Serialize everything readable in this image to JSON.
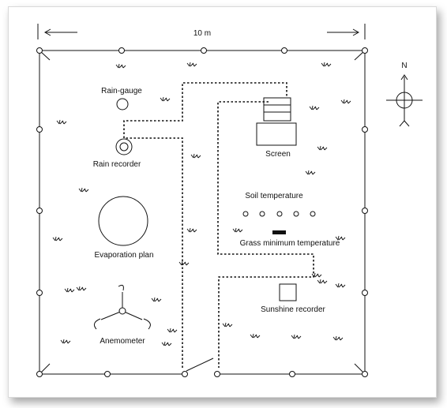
{
  "scale_label": "10 m",
  "compass": {
    "north_label": "N"
  },
  "instruments": {
    "rain_gauge": "Rain-gauge",
    "rain_recorder": "Rain recorder",
    "evaporation_pan": "Evaporation plan",
    "anemometer": "Anemometer",
    "screen": "Screen",
    "soil_temperature": "Soil temperature",
    "grass_min_temperature": "Grass minimum temperature",
    "sunshine_recorder": "Sunshine recorder"
  },
  "colors": {
    "ink": "#111111",
    "frame_shadow": "#999999"
  }
}
